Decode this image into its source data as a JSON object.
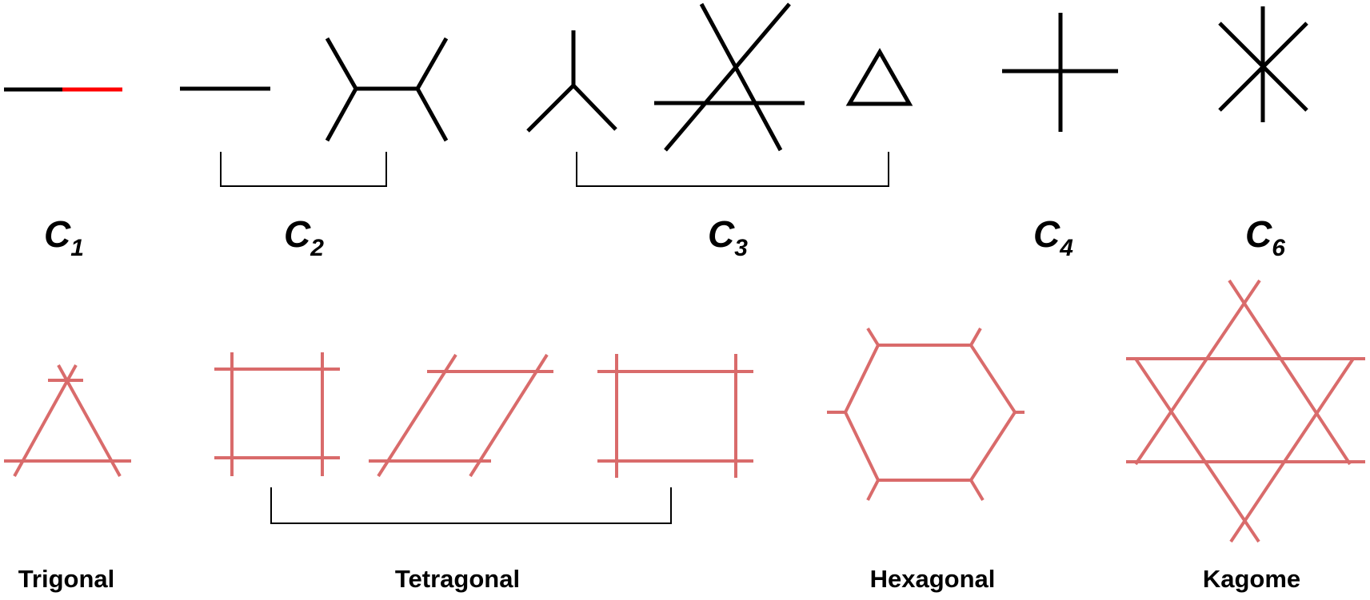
{
  "colors": {
    "line": "#000000",
    "highlight": "#ff0000",
    "lattice": "#d96b6b"
  },
  "symmetry_labels": [
    {
      "letter": "C",
      "subscript": "1"
    },
    {
      "letter": "C",
      "subscript": "2"
    },
    {
      "letter": "C",
      "subscript": "3"
    },
    {
      "letter": "C",
      "subscript": "4"
    },
    {
      "letter": "C",
      "subscript": "6"
    }
  ],
  "lattice_labels": [
    "Trigonal",
    "Tetragonal",
    "Hexagonal",
    "Kagome"
  ]
}
